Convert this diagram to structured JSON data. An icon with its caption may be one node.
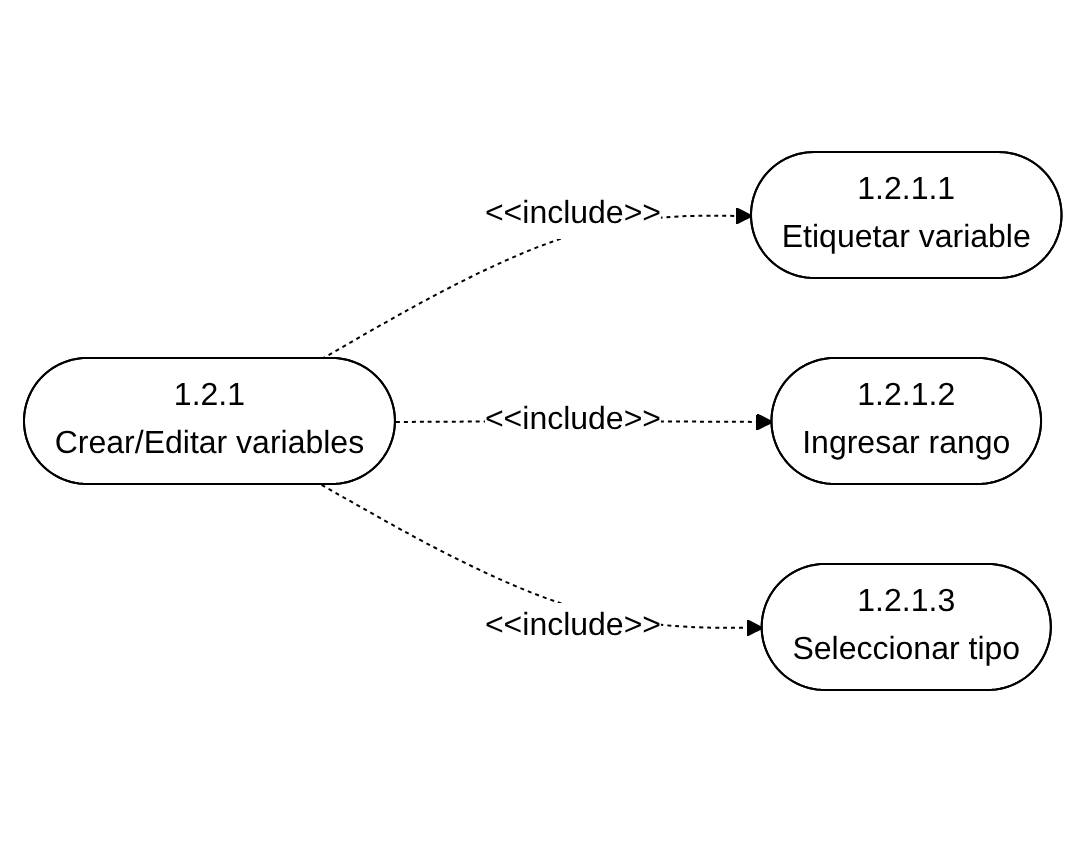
{
  "diagram": {
    "nodes": [
      {
        "text": [
          "1.2.1",
          "Crear/Editar variables"
        ]
      },
      {
        "text": [
          "1.2.1.1",
          "Etiquetar variable"
        ]
      },
      {
        "text": [
          "1.2.1.2",
          "Ingresar rango"
        ]
      },
      {
        "text": [
          "1.2.1.3",
          "Seleccionar tipo"
        ]
      }
    ],
    "edges": [
      {
        "from": 0,
        "to": 1,
        "arrow": "to",
        "label": "<<include>>",
        "style": "dashed"
      },
      {
        "from": 0,
        "to": 2,
        "arrow": "to",
        "label": "<<include>>",
        "style": "dashed"
      },
      {
        "from": 0,
        "to": 3,
        "arrow": "to",
        "label": "<<include>>",
        "style": "dashed"
      }
    ]
  }
}
